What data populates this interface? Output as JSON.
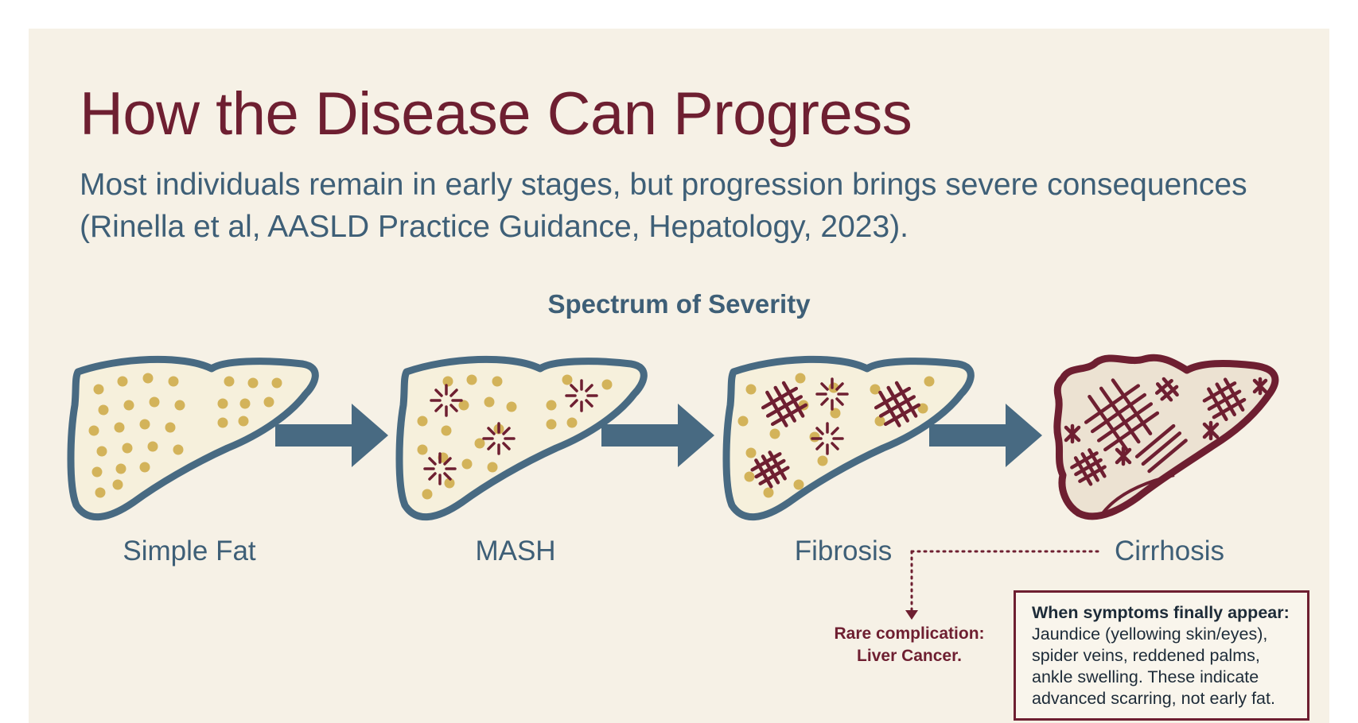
{
  "title": "How the Disease Can Progress",
  "subtitle": "Most individuals remain in early stages, but progression brings severe consequences (Rinella et al, AASLD Practice Guidance, Hepatology, 2023).",
  "spectrum_heading": "Spectrum of Severity",
  "stages": [
    {
      "label": "Simple Fat",
      "icon": "liver-fat-icon"
    },
    {
      "label": "MASH",
      "icon": "liver-inflamed-icon"
    },
    {
      "label": "Fibrosis",
      "icon": "liver-fibrosis-icon"
    },
    {
      "label": "Cirrhosis",
      "icon": "liver-cirrhosis-icon"
    }
  ],
  "rare_complication": {
    "line1": "Rare complication:",
    "line2": "Liver Cancer."
  },
  "symptoms": {
    "heading": "When symptoms finally appear:",
    "text": "Jaundice (yellowing skin/eyes), spider veins, reddened palms, ankle swelling. These indicate advanced scarring, not early fat."
  },
  "colors": {
    "title": "#6e1f31",
    "text_blue": "#3e5f77",
    "liver_outline": "#486a82",
    "liver_fill": "#f6f0dc",
    "fat_dot": "#d3b35a",
    "scar": "#6e1f31",
    "cirrhosis_fill": "#ece2d2",
    "background": "#f6f1e6"
  }
}
